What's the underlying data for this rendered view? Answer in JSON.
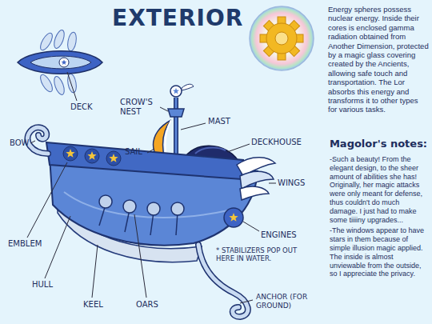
{
  "diagram": {
    "title": "EXTERIOR",
    "labels": [
      "DECK",
      "CROW'S NEST",
      "MAST",
      "SAIL",
      "DECKHOUSE",
      "WINGS",
      "BOW",
      "ENGINES",
      "EMBLEM",
      "HULL",
      "KEEL",
      "OARS",
      "* STABILIZERS POP OUT HERE IN WATER.",
      "ANCHOR (FOR GROUND)",
      "Energy spheres possess nuclear energy. Inside their cores is enclosed gamma radiation obtained from Another Dimension, protected by a magic glass covering created by the Ancients, allowing safe touch and transportation. The Lor absorbs this energy and transforms it to other types for various tasks.",
      "Magolor's notes:",
      "-Such a beauty! From the elegant design, to the sheer amount of abilities she has! Originally, her magic attacks were only meant for defense, thus couldn't do much damage. I just had to make some tiiiiny upgrades...",
      "-The windows appear to have stars in them because of simple illusion magic applied. The inside is almost unviewable from the outside, so I appreciate the privacy."
    ]
  }
}
